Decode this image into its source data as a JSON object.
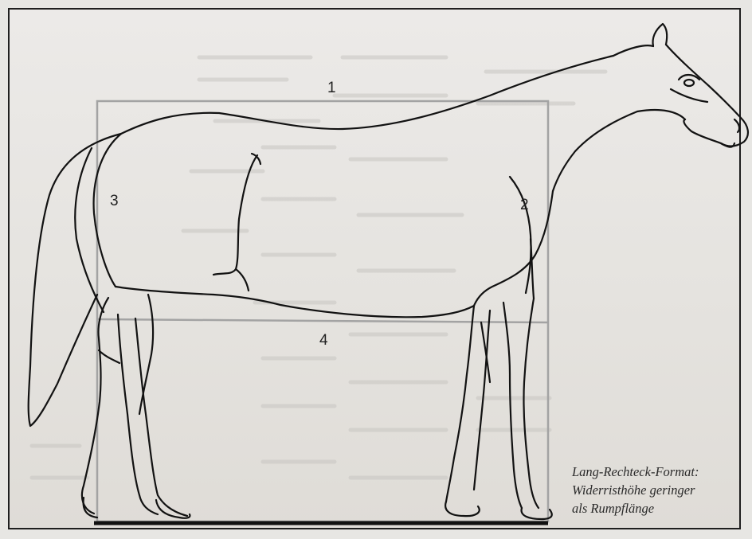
{
  "labels": {
    "top": "1",
    "front": "2",
    "rear": "3",
    "bottom": "4"
  },
  "caption": {
    "line1": "Lang-Rechteck-Format:",
    "line2": "Widerristhöhe geringer",
    "line3": "als Rumpflänge"
  },
  "colors": {
    "outline": "#121212",
    "guide": "#a3a3a3",
    "page": "#e7e6e3"
  }
}
